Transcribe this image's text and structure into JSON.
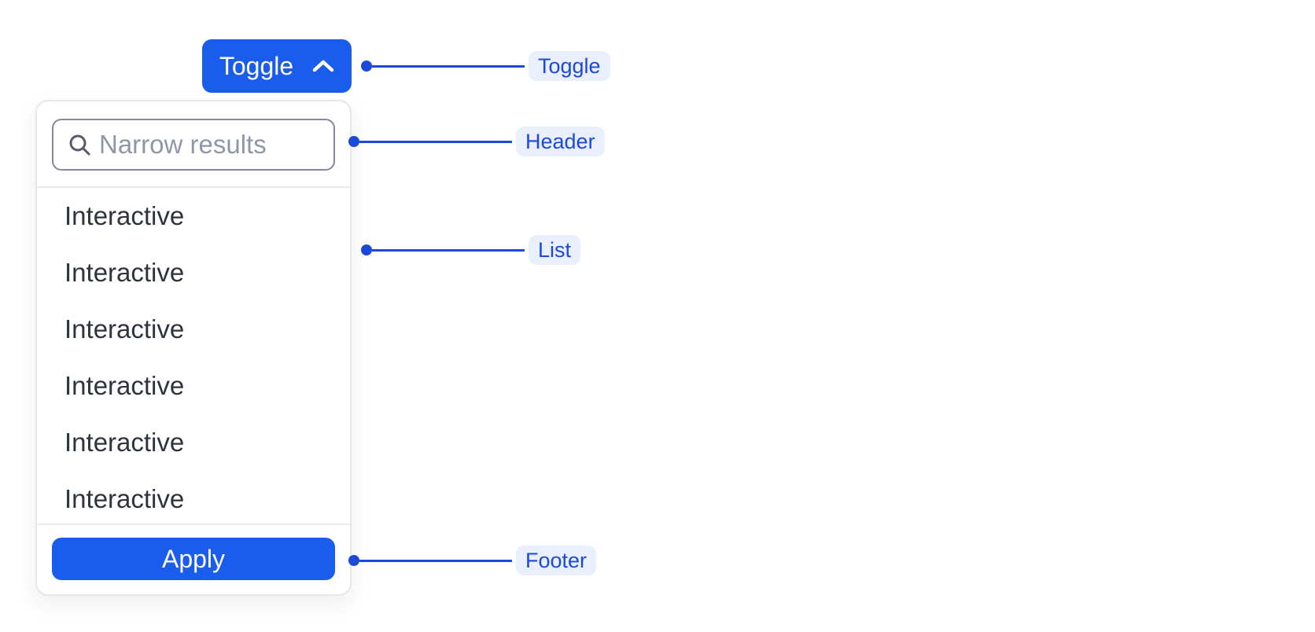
{
  "colors": {
    "button_blue": "#1A5CEC",
    "annotation_blue": "#1D49DB",
    "badge_bg": "#E9EFFC",
    "item_text": "#2F333D",
    "placeholder": "#9196A6",
    "input_border": "#85889B",
    "panel_border": "#E6E7EA",
    "divider": "#EAEBEE",
    "icon_gray": "#575B6B"
  },
  "icons": {
    "toggle_button": "chevron-up-icon",
    "search_field": "magnifier-icon"
  },
  "toggle_button": {
    "label": "Toggle"
  },
  "dropdown": {
    "search": {
      "placeholder": "Narrow results",
      "value": ""
    },
    "items": [
      "Interactive",
      "Interactive",
      "Interactive",
      "Interactive",
      "Interactive",
      "Interactive"
    ],
    "footer": {
      "apply_label": "Apply"
    }
  },
  "annotations": [
    {
      "label": "Toggle"
    },
    {
      "label": "Header"
    },
    {
      "label": "List"
    },
    {
      "label": "Footer"
    }
  ]
}
